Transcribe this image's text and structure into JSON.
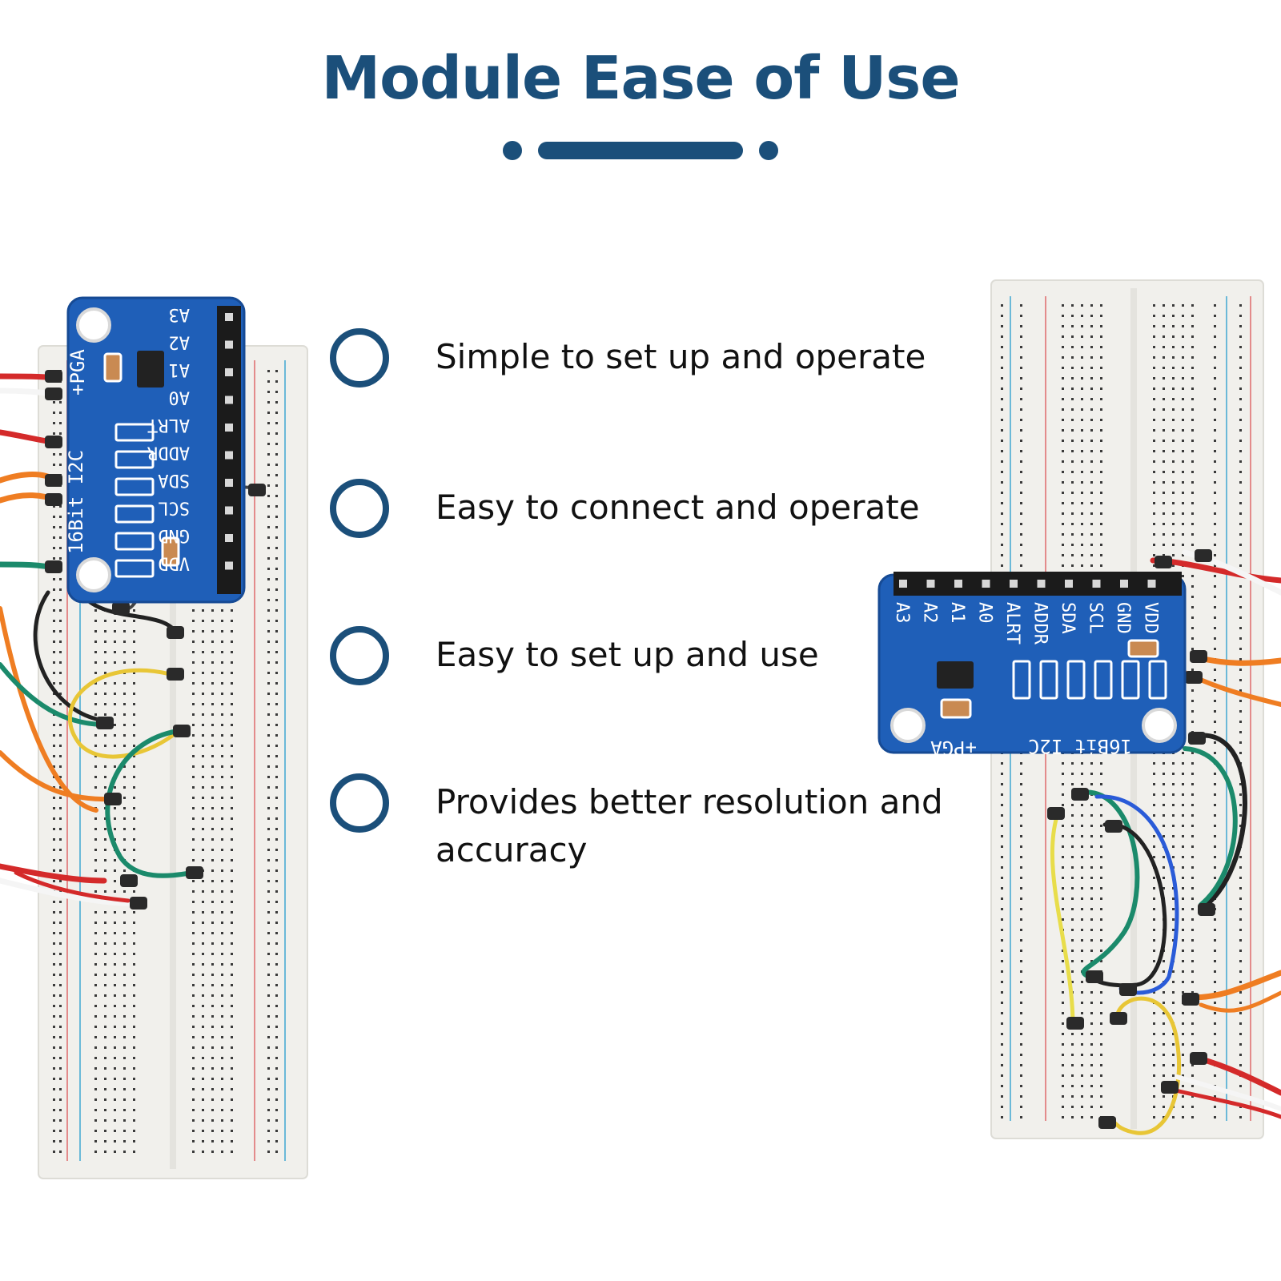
{
  "header": {
    "title": "Module Ease of Use"
  },
  "features": [
    {
      "text": "Simple to set up and operate"
    },
    {
      "text": "Easy to connect and operate"
    },
    {
      "text": "Easy to set up and use"
    },
    {
      "text": "Provides better resolution and accuracy"
    }
  ],
  "module": {
    "pins": [
      "A3",
      "A2",
      "A1",
      "A0",
      "ALRT",
      "ADDR",
      "SDA",
      "SCL",
      "GND",
      "VDD"
    ],
    "label_bits": "16Bit I2C",
    "label_pga": "+PGA"
  },
  "colors": {
    "accent": "#1b4f7a",
    "pcb": "#1f5fb8",
    "breadboard": "#f1f0ec"
  }
}
